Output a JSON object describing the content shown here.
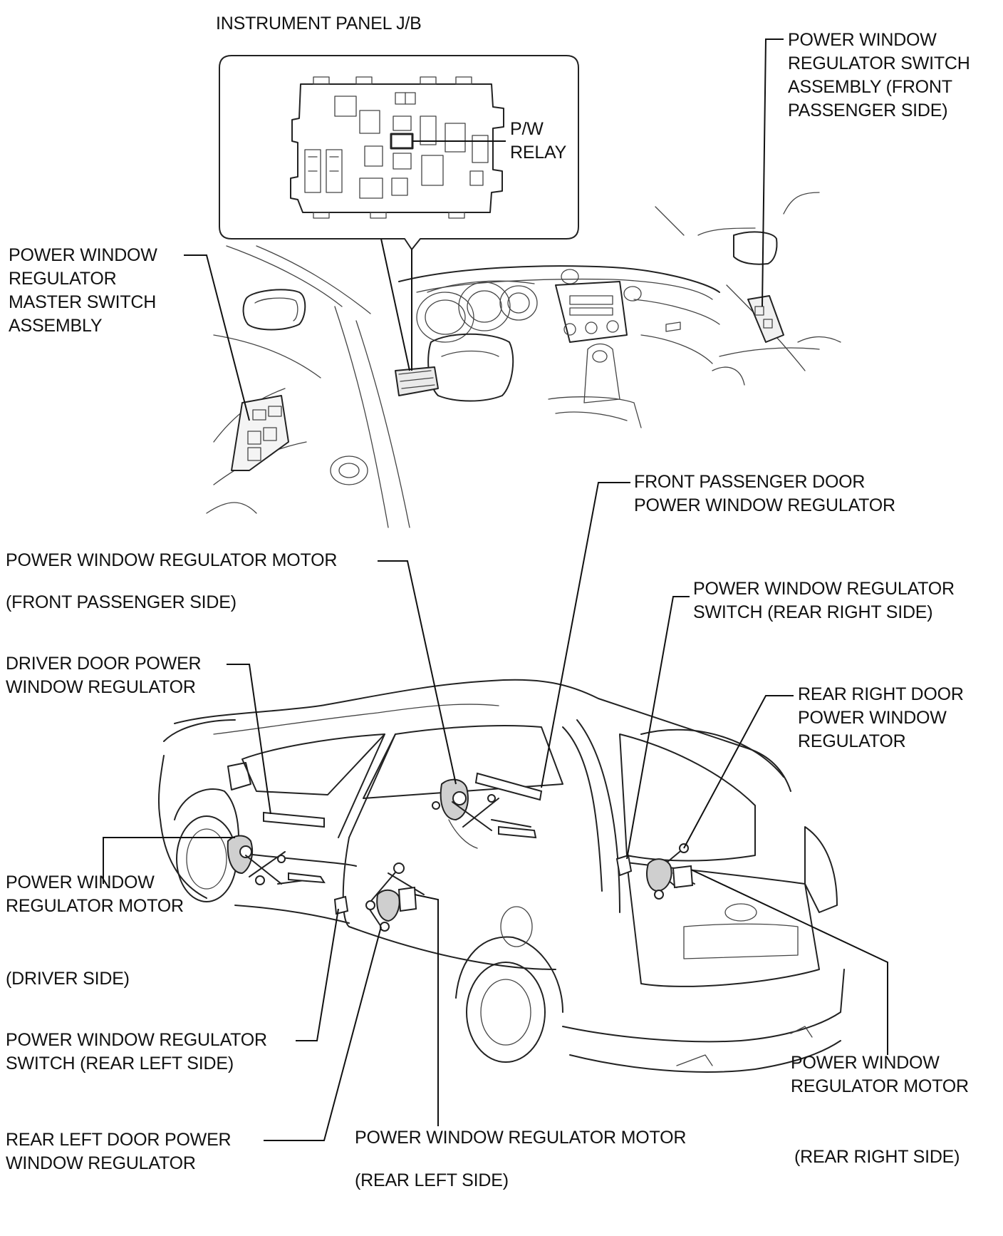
{
  "labels": {
    "jb_title": "INSTRUMENT PANEL J/B",
    "pw_relay": [
      "P/W",
      "RELAY"
    ],
    "master_switch": [
      "POWER WINDOW",
      "REGULATOR",
      "MASTER SWITCH",
      "ASSEMBLY"
    ],
    "front_pass_switch": [
      "POWER WINDOW",
      "REGULATOR SWITCH",
      "ASSEMBLY (FRONT",
      "PASSENGER SIDE)"
    ],
    "front_pass_regulator": [
      "FRONT PASSENGER DOOR",
      "POWER WINDOW REGULATOR"
    ],
    "motor_front_pass": [
      "POWER WINDOW REGULATOR MOTOR",
      "(FRONT PASSENGER SIDE)"
    ],
    "rear_right_switch": [
      "POWER WINDOW REGULATOR",
      "SWITCH (REAR RIGHT SIDE)"
    ],
    "driver_regulator": [
      "DRIVER DOOR POWER",
      "WINDOW REGULATOR"
    ],
    "rear_right_regulator": [
      "REAR RIGHT DOOR",
      "POWER WINDOW",
      "REGULATOR"
    ],
    "motor_driver": [
      "POWER WINDOW",
      "REGULATOR MOTOR",
      "(DRIVER SIDE)"
    ],
    "rear_left_switch": [
      "POWER WINDOW REGULATOR",
      "SWITCH (REAR LEFT SIDE)"
    ],
    "rear_left_regulator": [
      "REAR LEFT DOOR POWER",
      "WINDOW REGULATOR"
    ],
    "motor_rear_left": [
      "POWER WINDOW REGULATOR MOTOR",
      "(REAR LEFT SIDE)"
    ],
    "motor_rear_right": [
      "POWER WINDOW",
      "REGULATOR MOTOR",
      "(REAR RIGHT SIDE)"
    ]
  }
}
